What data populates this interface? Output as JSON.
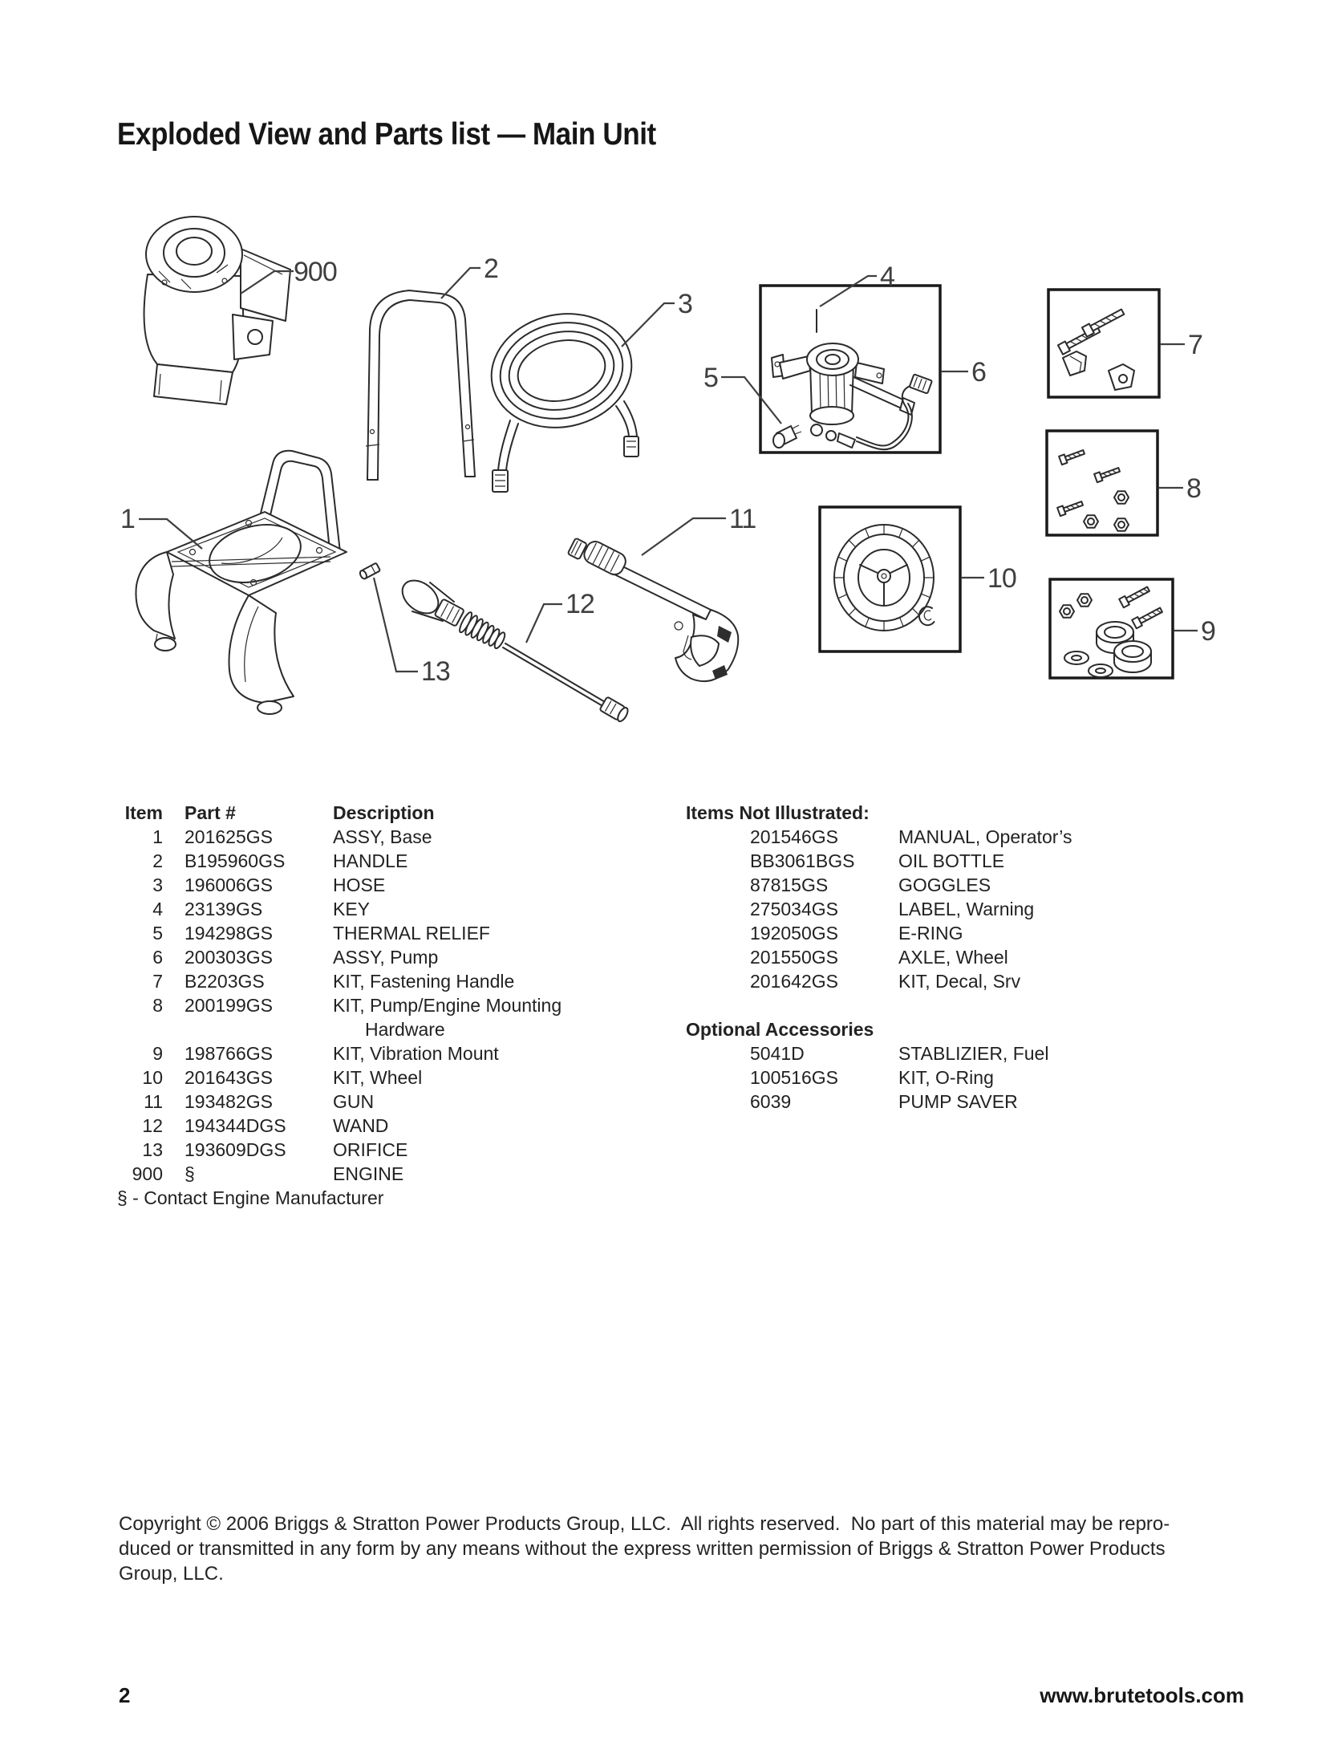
{
  "page": {
    "title": "Exploded View and Parts list — Main Unit",
    "page_number": "2",
    "website": "www.brutetools.com",
    "copyright": "Copyright © 2006 Briggs & Stratton Power Products Group, LLC.  All rights reserved.  No part of this material may be repro-\nduced or transmitted in any form by any means without the express written permission of Briggs & Stratton Power Products\nGroup, LLC."
  },
  "diagram": {
    "callouts": {
      "c1": "1",
      "c2": "2",
      "c3": "3",
      "c4": "4",
      "c5": "5",
      "c6": "6",
      "c7": "7",
      "c8": "8",
      "c9": "9",
      "c10": "10",
      "c11": "11",
      "c12": "12",
      "c13": "13",
      "c900": "900"
    }
  },
  "parts_table": {
    "headers": {
      "item": "Item",
      "part": "Part #",
      "description": "Description"
    },
    "rows": [
      {
        "item": "1",
        "part": "201625GS",
        "desc": "ASSY, Base"
      },
      {
        "item": "2",
        "part": "B195960GS",
        "desc": "HANDLE"
      },
      {
        "item": "3",
        "part": "196006GS",
        "desc": "HOSE"
      },
      {
        "item": "4",
        "part": "23139GS",
        "desc": "KEY"
      },
      {
        "item": "5",
        "part": "194298GS",
        "desc": "THERMAL RELIEF"
      },
      {
        "item": "6",
        "part": "200303GS",
        "desc": "ASSY, Pump"
      },
      {
        "item": "7",
        "part": "B2203GS",
        "desc": "KIT, Fastening Handle"
      },
      {
        "item": "8",
        "part": "200199GS",
        "desc": "KIT, Pump/Engine Mounting",
        "desc2": "Hardware"
      },
      {
        "item": "9",
        "part": "198766GS",
        "desc": "KIT, Vibration Mount"
      },
      {
        "item": "10",
        "part": "201643GS",
        "desc": "KIT, Wheel"
      },
      {
        "item": "11",
        "part": "193482GS",
        "desc": "GUN"
      },
      {
        "item": "12",
        "part": "194344DGS",
        "desc": "WAND"
      },
      {
        "item": "13",
        "part": "193609DGS",
        "desc": "ORIFICE"
      },
      {
        "item": "900",
        "part": "§",
        "desc": "ENGINE"
      }
    ],
    "footnote": "§ - Contact Engine Manufacturer"
  },
  "not_illustrated": {
    "heading": "Items Not Illustrated:",
    "rows": [
      {
        "part": "201546GS",
        "desc": "MANUAL, Operator’s"
      },
      {
        "part": "BB3061BGS",
        "desc": "OIL BOTTLE"
      },
      {
        "part": "87815GS",
        "desc": "GOGGLES"
      },
      {
        "part": "275034GS",
        "desc": "LABEL, Warning"
      },
      {
        "part": "192050GS",
        "desc": "E-RING"
      },
      {
        "part": "201550GS",
        "desc": "AXLE, Wheel"
      },
      {
        "part": "201642GS",
        "desc": "KIT, Decal, Srv"
      }
    ]
  },
  "optional_accessories": {
    "heading": "Optional Accessories",
    "rows": [
      {
        "part": "5041D",
        "desc": "STABLIZIER, Fuel"
      },
      {
        "part": "100516GS",
        "desc": "KIT, O-Ring"
      },
      {
        "part": "6039",
        "desc": "PUMP SAVER"
      }
    ]
  }
}
